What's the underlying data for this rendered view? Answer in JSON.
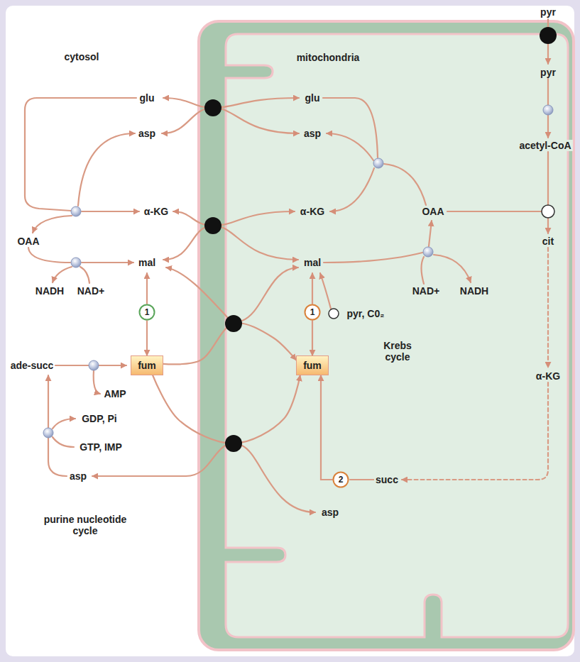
{
  "diagram": {
    "nodes": [
      {
        "text": [
          "mitochondria"
        ]
      },
      {
        "text": [
          "1"
        ]
      },
      {
        "text": [
          "1"
        ],
        "in": 0
      },
      {
        "text": [
          "fum"
        ]
      },
      {
        "text": [
          "fum"
        ],
        "in": 0
      },
      {
        "text": [
          "2"
        ],
        "in": 0
      }
    ],
    "edges": [
      {
        "from": 1,
        "to": 3,
        "arrow": "to"
      },
      {
        "from": 2,
        "to": 4,
        "arrow": "to"
      },
      {
        "from": 3,
        "to": 4,
        "arrow": "to"
      },
      {
        "from": 3,
        "to": 4,
        "arrow": "to"
      },
      {
        "from": 5,
        "to": 4,
        "arrow": "to"
      }
    ],
    "labels": [
      "pyr",
      "cytosol",
      "pyr",
      "glu",
      "glu",
      "asp",
      "asp",
      "acetyl-CoA",
      "α-KG",
      "α-KG",
      "OAA",
      "OAA",
      "cit",
      "mal",
      "mal",
      "NADH",
      "NAD+",
      "NAD+",
      "NADH",
      "pyr, C0₂",
      "ade-succ",
      "Krebs cycle",
      "α-KG",
      "AMP",
      "GDP, Pi",
      "GTP, IMP",
      "succ",
      "asp",
      "asp",
      "purine nucleotide cycle"
    ]
  }
}
